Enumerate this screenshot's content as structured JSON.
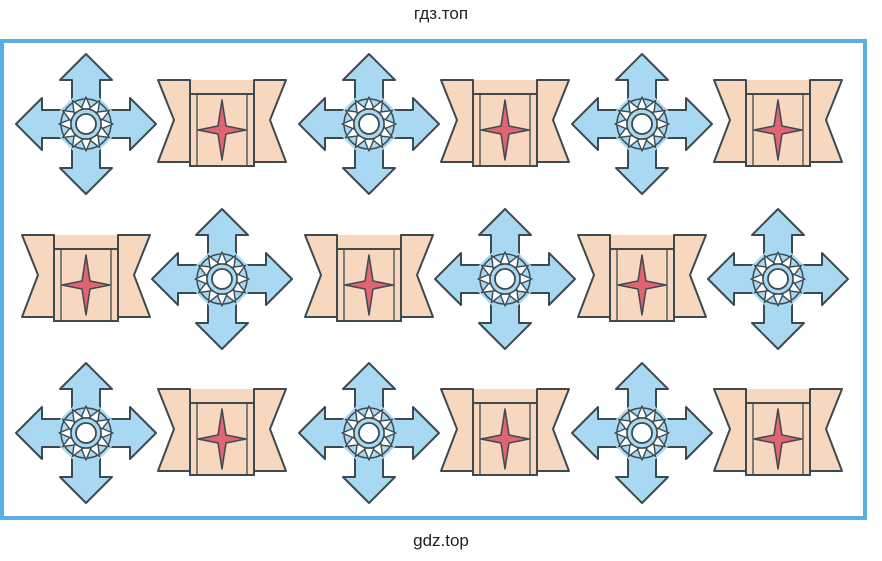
{
  "watermark_top": "гдз.топ",
  "watermark_bottom": "gdz.top",
  "pattern": {
    "rows": [
      [
        "compass-star",
        "banner",
        "compass-star",
        "banner",
        "compass-star",
        "banner"
      ],
      [
        "banner",
        "compass-star",
        "banner",
        "compass-star",
        "banner",
        "compass-star"
      ],
      [
        "compass-star",
        "banner",
        "compass-star",
        "banner",
        "compass-star",
        "banner"
      ]
    ]
  },
  "colors": {
    "frame": "#5aaee0",
    "compass_fill": "#a9d8f2",
    "banner_fill": "#f7d7be",
    "banner_star": "#e06473",
    "outline": "#3d4a50"
  }
}
